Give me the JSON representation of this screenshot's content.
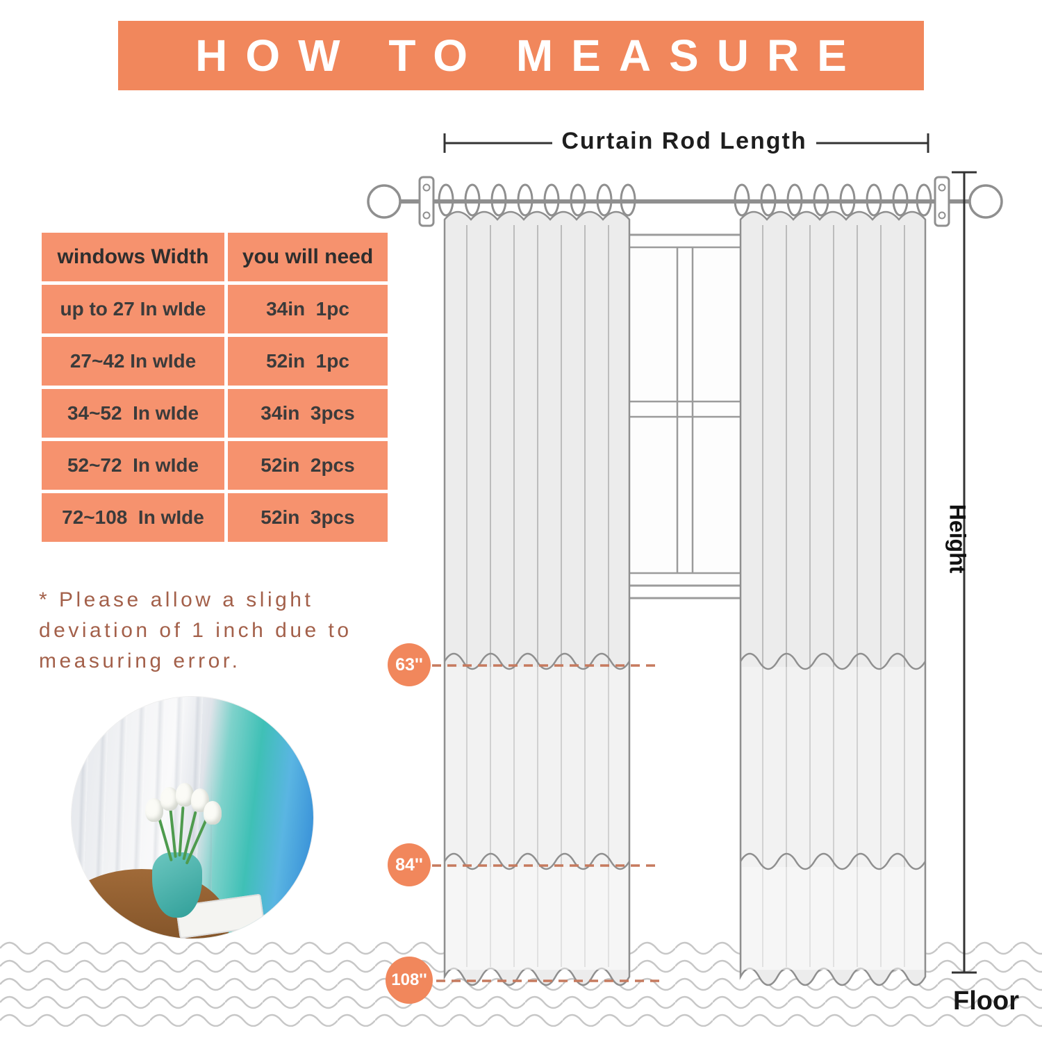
{
  "colors": {
    "accent": "#F1875C",
    "cell": "#F6926E",
    "dashed": "#C67A5E",
    "note": "#A3604A",
    "stroke": "#8f8f8f"
  },
  "banner": {
    "title": "HOW TO MEASURE"
  },
  "size_table": {
    "headers": [
      "windows Width",
      "you will need"
    ],
    "rows": [
      {
        "width": "up to 27 In wIde",
        "need": "34in  1pc"
      },
      {
        "width": "27~42 In wIde",
        "need": "52in  1pc"
      },
      {
        "width": "34~52  In wIde",
        "need": "34in  3pcs"
      },
      {
        "width": "52~72  In wIde",
        "need": "52in  2pcs"
      },
      {
        "width": "72~108  In wIde",
        "need": "52in  3pcs"
      }
    ]
  },
  "note": {
    "lines": [
      "* Please allow a slight",
      "deviation of 1 inch due to",
      "measuring error."
    ]
  },
  "diagram": {
    "rod_label": "Curtain Rod Length",
    "height_label": "Height",
    "floor_label": "Floor",
    "length_markers": [
      "63''",
      "84''",
      "108''"
    ]
  }
}
